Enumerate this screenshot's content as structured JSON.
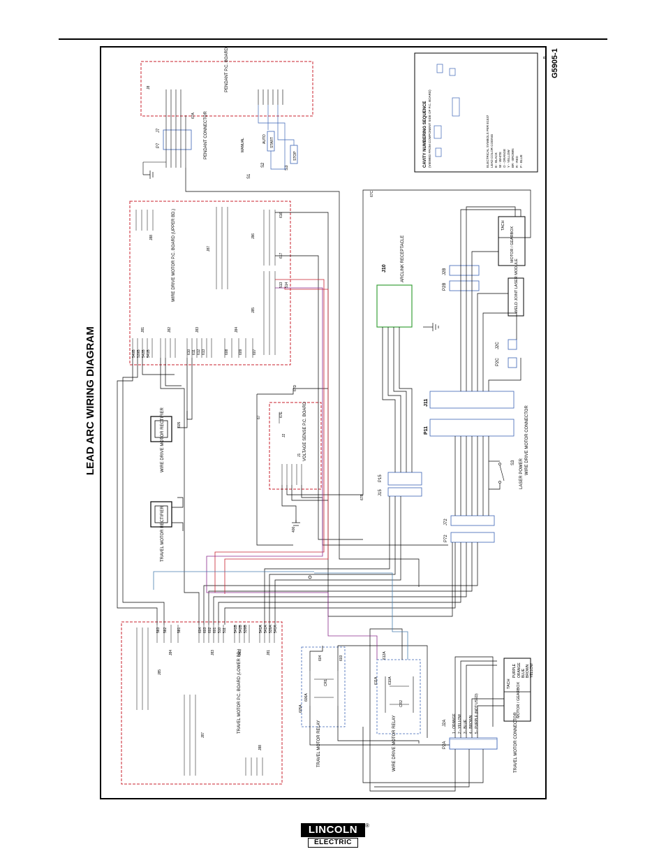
{
  "title": "LEAD ARC WIRING DIAGRAM",
  "drawing_number": "G5905-1",
  "revision_mark": "B",
  "logo": {
    "top": "LINCOLN",
    "bottom": "ELECTRIC"
  },
  "blocks": {
    "pendant_board": "PENDANT P.C. BOARD",
    "pendant_connector": "PENDANT CONNECTOR",
    "wire_drive_upper": "WIRE DRIVE MOTOR P.C. BOARD (UPPER BD.)",
    "voltage_sense": "VOLTAGE SENSE P.C. BOARD",
    "arclink": "ARCLINK RECEPTACLE",
    "wire_drive_rectifier": "WIRE DRIVE MOTOR RECTIFIER",
    "travel_rectifier": "TRAVEL MOTOR RECTIFIER",
    "travel_lower": "TRAVEL MOTOR P.C. BOARD (LOWER BD.)",
    "travel_relay": "TRAVEL MOTOR RELAY",
    "wire_drive_relay": "WIRE DRIVE MOTOR RELAY",
    "travel_connector": "TRAVEL MOTOR CONNECTOR",
    "wire_drive_connector": "WIRE DRIVE MOTOR CONNECTOR",
    "laser_power": "LASER POWER",
    "weld_joint_laser": "WELD JOINT LASER MODULE",
    "motor_gearbox_top": "MOTOR / GEARBOX",
    "motor_gearbox_bottom": "MOTOR / GEARBOX",
    "tach_top": "TACH",
    "tach_bottom": "TACH"
  },
  "switches": {
    "s1": "S1",
    "s2": "S2",
    "s3": "S3",
    "manual": "MANUAL",
    "auto": "AUTO",
    "start": "START",
    "stop": "STOP",
    "s3_laser": "S3"
  },
  "connectors": {
    "j8": "J8",
    "j7": "J7",
    "p7": "P7",
    "j82": "J82",
    "j83": "J83",
    "j81": "J81",
    "j84": "J84",
    "j85": "J85",
    "j86": "J86",
    "j87": "J87",
    "j88": "J88",
    "j10": "J10",
    "j11": "J11",
    "p11": "P11",
    "j15": "J15",
    "p15": "P15",
    "j72": "J72",
    "p72": "P72",
    "j2a": "J2A",
    "p2a": "P2A",
    "j2b": "J2B",
    "p2b": "P2B",
    "j2c": "J2C",
    "p2c": "P2C",
    "j1": "J1",
    "j2": "J2",
    "cr1": "CR1",
    "cr2": "CR2"
  },
  "wires_upper": [
    "540B",
    "539B",
    "542B",
    "541B",
    "616",
    "617",
    "513",
    "514",
    "610",
    "611",
    "612",
    "613",
    "608",
    "609",
    "607",
    "605"
  ],
  "wires_lower": [
    "583",
    "582",
    "581",
    "604",
    "603",
    "602",
    "601",
    "510",
    "511",
    "541B",
    "542B",
    "539B",
    "541A",
    "542A",
    "539A",
    "540A"
  ],
  "wires_misc": [
    "67C",
    "67D",
    "67E",
    "67A",
    "67B",
    "67",
    "400",
    "612A",
    "611A",
    "610A",
    "606A",
    "605A",
    "604",
    "603"
  ],
  "tach_colors": [
    "PURPLE",
    "ORANGE",
    "BLUE",
    "BROWN",
    "YELLOW"
  ],
  "travel_wires": [
    "1 - ORANGE",
    "2 - YELLOW",
    "3 - BLUE",
    "4 - BROWN",
    "5 - PURPLE (NOT USED)"
  ],
  "legend": {
    "title": "CAVITY NUMBERING SEQUENCE",
    "subtitle": "(VIEWED FROM COMPONENT SIDE OF P.C. BOARD)",
    "electrical": "ELECTRICAL SYMBOLS PER E1537",
    "color_heading": "LEAD COLOR CODING",
    "colors": [
      "B - BLACK",
      "W - WHITE",
      "O - ORANGE",
      "Y - YELLOW",
      "BR - BROWN",
      "R - RED",
      "P - BLUE"
    ]
  },
  "colors": {
    "red_wire": "#c8202e",
    "purple_wire": "#8a2a8c",
    "blue_wire": "#4a7fb0",
    "green_box": "#3aa13a",
    "blue_box": "#3a63b5"
  }
}
